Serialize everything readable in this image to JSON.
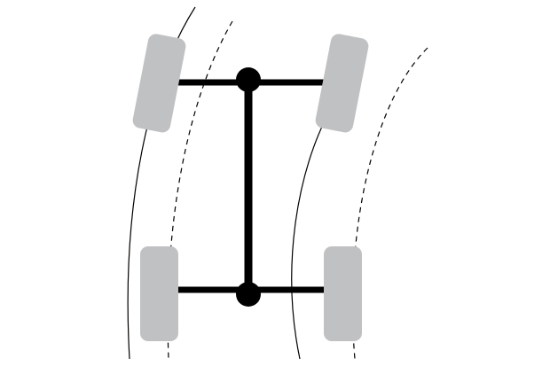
{
  "colors": {
    "background": "#ffffff",
    "tire": "#c0c1c3",
    "chassis": "#000000",
    "track_line": "#000000"
  },
  "diagram": {
    "wheels": [
      {
        "name": "front-left-wheel",
        "steer": "angled"
      },
      {
        "name": "front-right-wheel",
        "steer": "angled"
      },
      {
        "name": "rear-left-wheel",
        "steer": "straight"
      },
      {
        "name": "rear-right-wheel",
        "steer": "straight"
      }
    ],
    "joints": [
      "front-axle-joint",
      "rear-axle-joint"
    ],
    "track_lines": [
      {
        "name": "left-outer-track",
        "style": "solid"
      },
      {
        "name": "left-inner-track",
        "style": "dashed"
      },
      {
        "name": "right-outer-track",
        "style": "solid"
      },
      {
        "name": "right-inner-track",
        "style": "dashed"
      }
    ]
  }
}
